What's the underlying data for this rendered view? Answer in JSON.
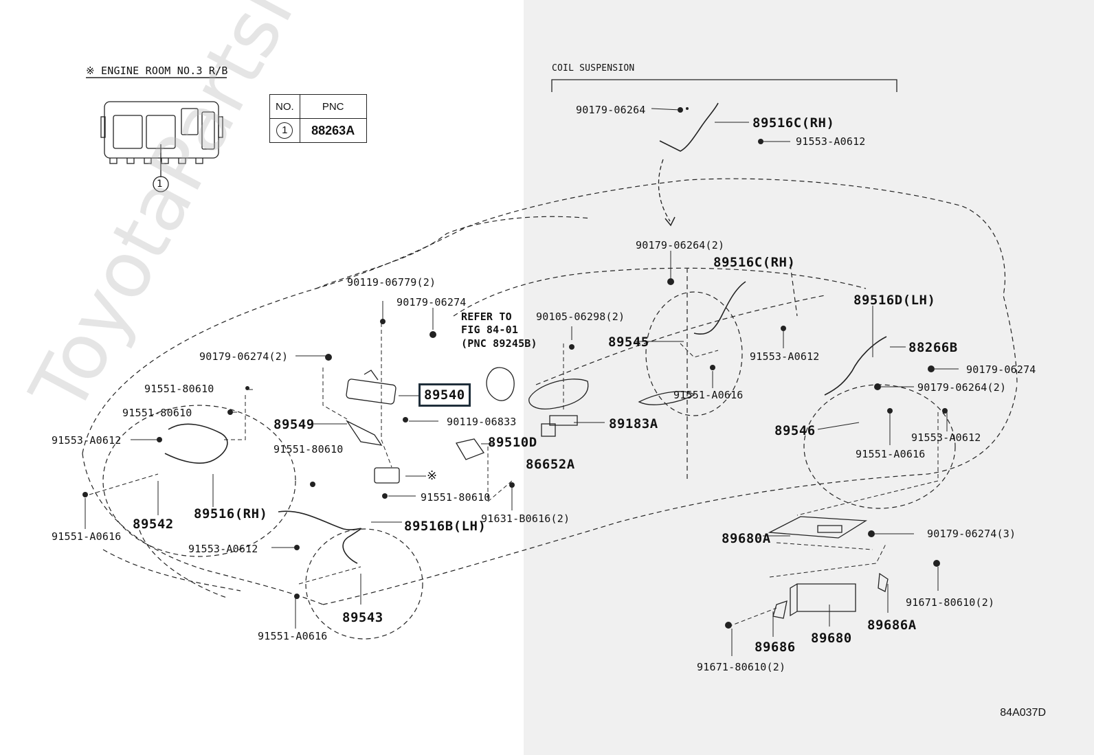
{
  "watermark": "ToyotaPartsMine.ru",
  "figure_id": "84A037D",
  "headers": {
    "engine_room": "※ ENGINE ROOM NO.3 R/B",
    "coil": "COIL SUSPENSION"
  },
  "pnc_table": {
    "col_no": "NO.",
    "col_pnc": "PNC",
    "row_no": "1",
    "row_pnc": "88263A"
  },
  "inset_callout": "1",
  "refer": {
    "l1": "REFER TO",
    "l2": "FIG 84-01",
    "l3": "(PNC 89245B)"
  },
  "highlighted_part": "89540",
  "labels": {
    "a01": "90179-06264",
    "a02": "89516C(RH)",
    "a03": "91553-A0612",
    "a04": "90179-06264(2)",
    "a05": "89516C(RH)",
    "a06": "89516D(LH)",
    "a07": "90105-06298(2)",
    "a08": "89545",
    "a09": "91553-A0612",
    "a10": "88266B",
    "a11": "90179-06274",
    "a12": "90179-06264(2)",
    "a13": "91551-A0616",
    "a14": "89546",
    "a15": "91553-A0612",
    "a16": "91551-A0616",
    "a17": "89183A",
    "a18": "86652A",
    "a19": "90119-06779(2)",
    "a20": "90179-06274",
    "a21": "90179-06274(2)",
    "a22": "91551-80610",
    "a23": "91551-80610",
    "a24": "91553-A0612",
    "a25": "89549",
    "a26": "90119-06833",
    "a27": "91551-80610",
    "a28": "89510D",
    "a29": "※",
    "a30": "91551-80610",
    "a31": "91631-B0616(2)",
    "a32": "89516(RH)",
    "a33": "89542",
    "a34": "89516B(LH)",
    "a35": "91551-A0616",
    "a36": "91553-A0612",
    "a37": "89543",
    "a38": "91551-A0616",
    "a39": "89680A",
    "a40": "90179-06274(3)",
    "a41": "91671-80610(2)",
    "a42": "89686A",
    "a43": "89680",
    "a44": "89686",
    "a45": "91671-80610(2)"
  }
}
